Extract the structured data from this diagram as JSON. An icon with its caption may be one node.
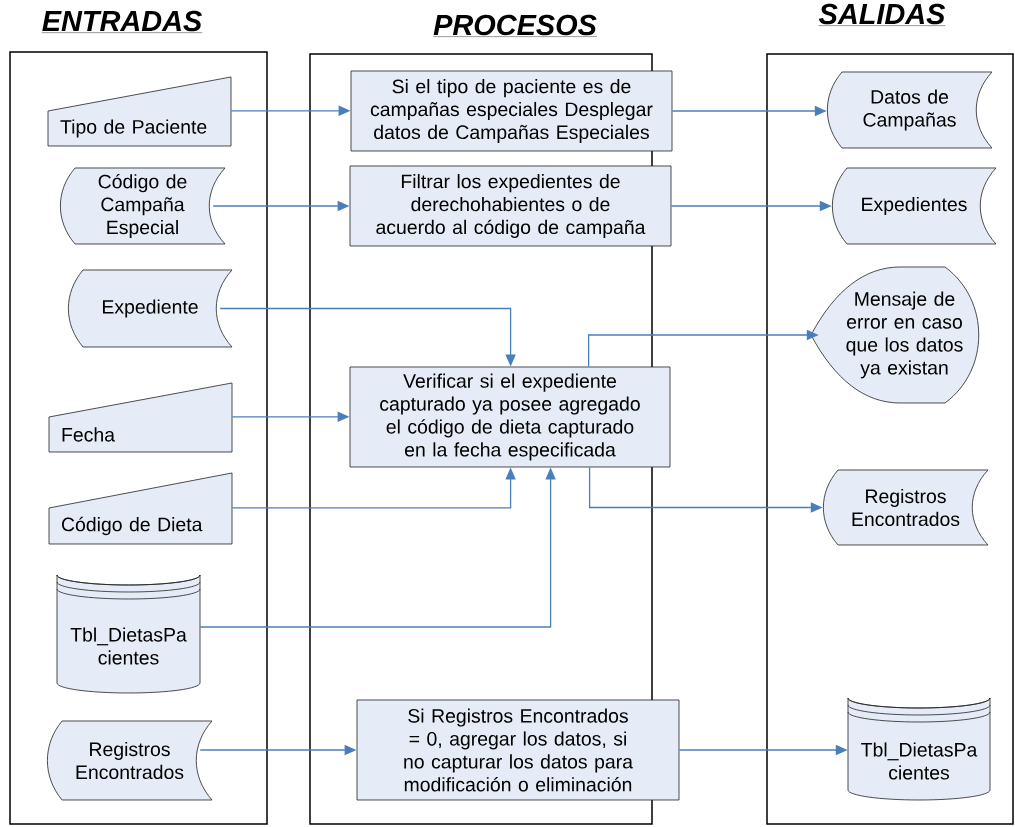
{
  "diagram": {
    "nodes": [
      {
        "text": [
          "ENTRADAS"
        ]
      },
      {
        "text": [
          "PROCESOS"
        ]
      },
      {
        "text": [
          "SALIDAS"
        ]
      },
      {
        "text": [
          "Tipo de Paciente"
        ],
        "in": 0
      },
      {
        "text": [
          "Código de Campaña Especial"
        ],
        "in": 0
      },
      {
        "text": [
          "Expediente"
        ],
        "in": 0
      },
      {
        "text": [
          "Fecha"
        ],
        "in": 0
      },
      {
        "text": [
          "Código de Dieta"
        ],
        "in": 0
      },
      {
        "text": [
          "Tbl_DietasPa cientes"
        ],
        "in": 0
      },
      {
        "text": [
          "Registros Encontrados"
        ],
        "in": 0
      },
      {
        "text": [
          "Si el tipo de paciente es de campañas especiales Desplegar datos de Campañas Especiales"
        ],
        "in": 1
      },
      {
        "text": [
          "Filtrar los expedientes de derechohabientes o de acuerdo al código de campaña"
        ],
        "in": 1
      },
      {
        "text": [
          "Verificar si el expediente capturado ya posee agregado el código de dieta capturado en la fecha especificada"
        ],
        "in": 1
      },
      {
        "text": [
          "Si Registros Encontrados = 0, agregar los datos, si no capturar los datos para modificación o eliminación"
        ],
        "in": 1
      },
      {
        "text": [
          "Datos de Campañas"
        ],
        "in": 2
      },
      {
        "text": [
          "Expedientes"
        ],
        "in": 2
      },
      {
        "text": [
          "Mensaje de error en caso que los datos ya existan"
        ],
        "in": 2
      },
      {
        "text": [
          "Registros Encontrados"
        ],
        "in": 2
      },
      {
        "text": [
          "Tbl_DietasPa cientes"
        ],
        "in": 2
      }
    ],
    "edges": [
      {
        "from": 3,
        "to": 10,
        "arrow": "to"
      },
      {
        "from": 10,
        "to": 14,
        "arrow": "to"
      },
      {
        "from": 4,
        "to": 11,
        "arrow": "to"
      },
      {
        "from": 11,
        "to": 15,
        "arrow": "to"
      },
      {
        "from": 5,
        "to": 12,
        "arrow": "to"
      },
      {
        "from": 6,
        "to": 12,
        "arrow": "to"
      },
      {
        "from": 7,
        "to": 12,
        "arrow": "to"
      },
      {
        "from": 8,
        "to": 12,
        "arrow": "to"
      },
      {
        "from": 12,
        "to": 16,
        "arrow": "to"
      },
      {
        "from": 12,
        "to": 17,
        "arrow": "to"
      },
      {
        "from": 9,
        "to": 13,
        "arrow": "to"
      },
      {
        "from": 13,
        "to": 18,
        "arrow": "to"
      }
    ]
  }
}
